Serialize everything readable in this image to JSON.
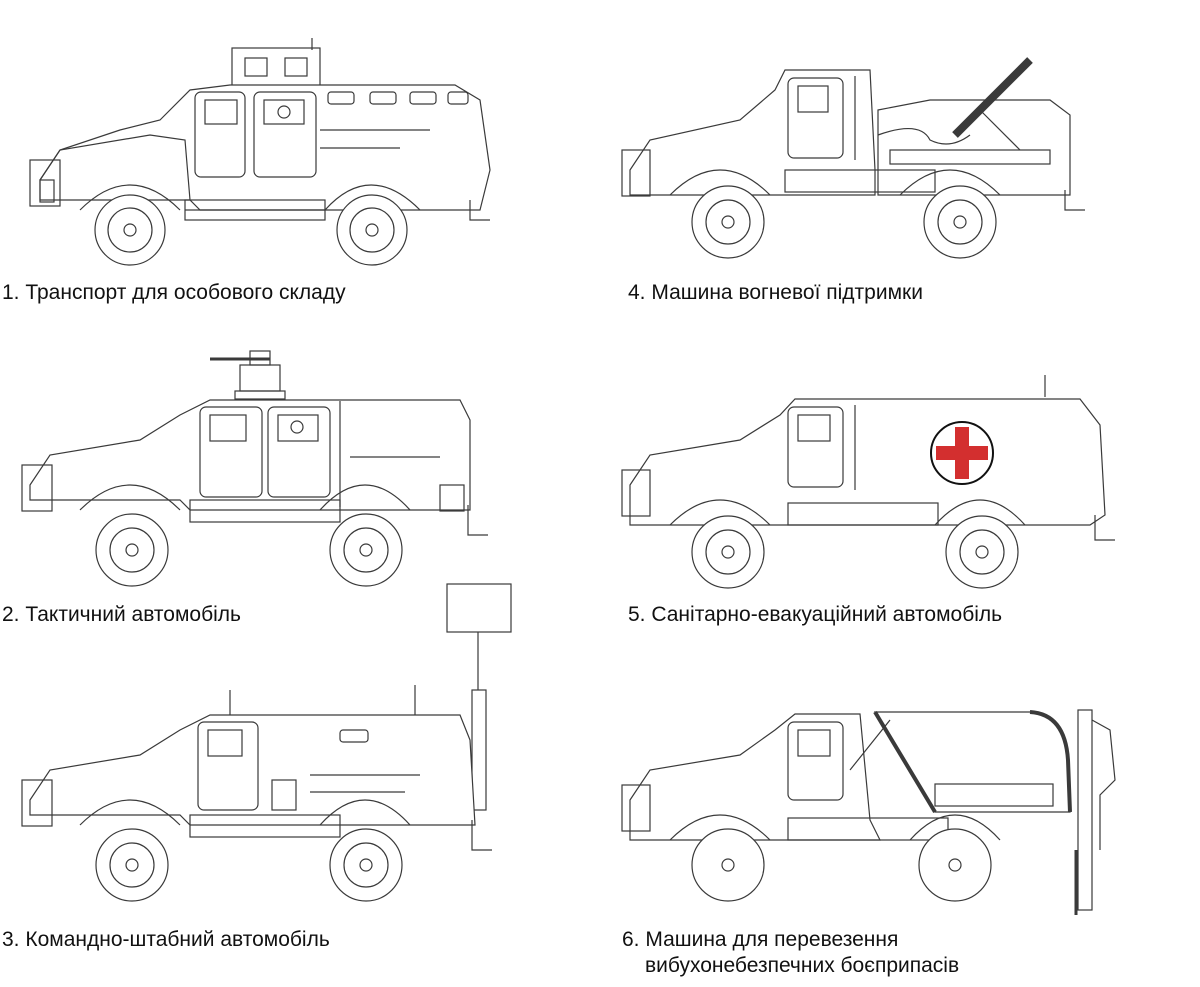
{
  "captions": {
    "v1": "1. Транспорт для особового складу",
    "v2": "2. Тактичний автомобіль",
    "v3": "3. Командно-штабний автомобіль",
    "v4": "4. Машина вогневої підтримки",
    "v5": "5. Санітарно-евакуаційний автомобіль",
    "v6_line1": "6. Машина для перевезення",
    "v6_line2": "вибухонебезпечних боєприпасів"
  },
  "colors": {
    "line": "#3a3a3a",
    "red_cross": "#d32f2f"
  }
}
